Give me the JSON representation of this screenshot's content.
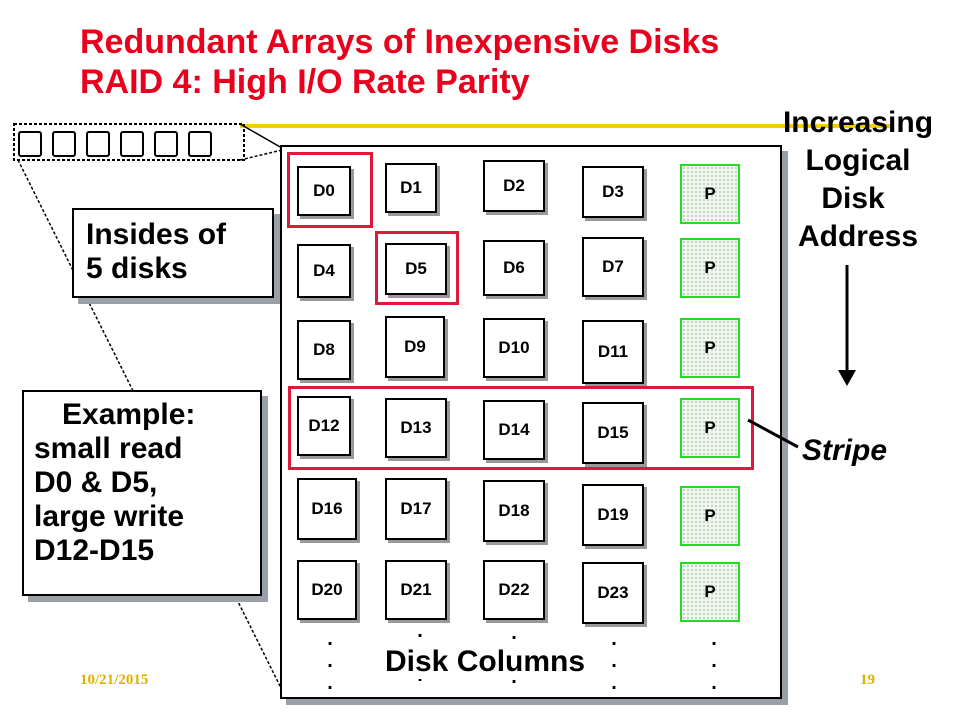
{
  "title": {
    "line1": "Redundant Arrays of Inexpensive Disks",
    "line2": "RAID 4: High I/O Rate Parity"
  },
  "inside_label": {
    "line1": "Insides of",
    "line2": "5 disks"
  },
  "example": {
    "line1": "Example:",
    "line2": "small read",
    "line3": "D0 & D5,",
    "line4": "large write",
    "line5": "D12-D15"
  },
  "side_label": {
    "line1": "Increasing",
    "line2": "Logical",
    "line3": "Disk",
    "line4": "Address"
  },
  "stripe_label": "Stripe",
  "columns_label": "Disk Columns",
  "blocks": [
    [
      "D0",
      "D1",
      "D2",
      "D3",
      "P"
    ],
    [
      "D4",
      "D5",
      "D6",
      "D7",
      "P"
    ],
    [
      "D8",
      "D9",
      "D10",
      "D11",
      "P"
    ],
    [
      "D12",
      "D13",
      "D14",
      "D15",
      "P"
    ],
    [
      "D16",
      "D17",
      "D18",
      "D19",
      "P"
    ],
    [
      "D20",
      "D21",
      "D22",
      "D23",
      "P"
    ]
  ],
  "footer": {
    "date": "10/21/2015",
    "page": "19"
  },
  "colors": {
    "title": "#e8001c",
    "highlight": "#dd1a3a",
    "parity_border": "#22dd22",
    "underline": "#f2d000"
  }
}
